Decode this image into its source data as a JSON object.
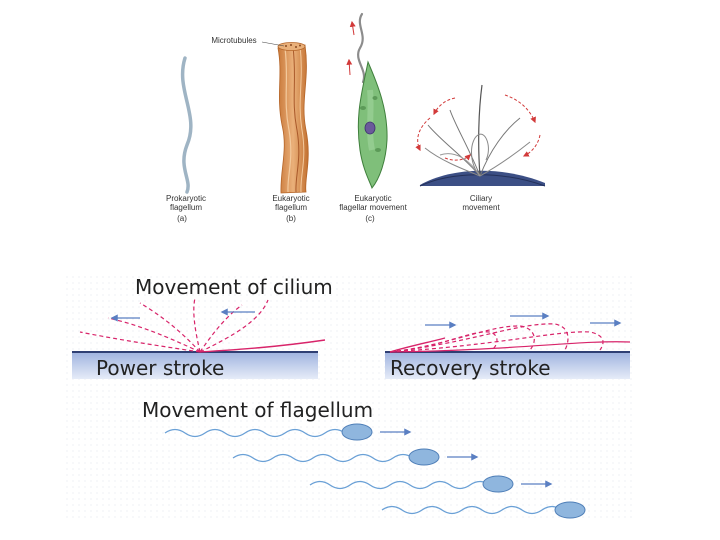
{
  "top_figure": {
    "microtubules_label": "Microtubules",
    "panels": [
      {
        "line1": "Prokaryotic",
        "line2": "flagellum",
        "letter": "(a)"
      },
      {
        "line1": "Eukaryotic",
        "line2": "flagellum",
        "letter": "(b)"
      },
      {
        "line1": "Eukaryotic",
        "line2": "flagellar movement",
        "letter": "(c)"
      },
      {
        "line1": "Ciliary",
        "line2": "movement",
        "letter": ""
      }
    ]
  },
  "bottom_figure": {
    "cilium_title": "Movement of cilium",
    "power_stroke": "Power stroke",
    "recovery_stroke": "Recovery stroke",
    "flagellum_title": "Movement of flagellum"
  },
  "colors": {
    "flagellum_gray": "#9fb4c4",
    "eukaryotic_orange": "#e09a58",
    "cell_green": "#7fbf7a",
    "arrow_red": "#d23a3a",
    "cilium_magenta": "#d8246a",
    "arrow_blue": "#5a7fc2",
    "surface_blue": "#b9c8e8",
    "head_blue": "#8fb6de"
  }
}
